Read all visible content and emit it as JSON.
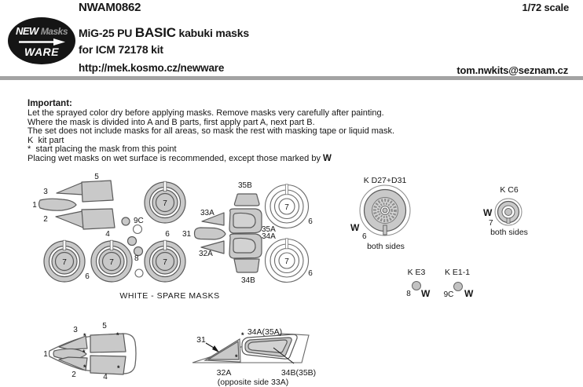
{
  "header": {
    "logo": {
      "top_left": "NEW",
      "top_right": "Masks",
      "bottom": "WARE"
    },
    "product_code": "NWAM0862",
    "scale": "1/72 scale",
    "title_prefix": "MiG-25 PU ",
    "title_emphasis": "BASIC",
    "title_suffix": " kabuki masks",
    "subtitle": "for ICM 72178 kit",
    "website": "http://mek.kosmo.cz/newware",
    "email": "tom.nwkits@seznam.cz"
  },
  "instructions": {
    "heading": "Important:",
    "lines": [
      "Let the sprayed color dry before applying masks. Remove masks very carefully after painting.",
      "Where the mask is divided into A and B parts, first apply part A, next part B.",
      "The set does not include masks for all areas, so mask the rest with masking tape or liquid mask.",
      "K  kit part",
      "*  start placing the mask from this point",
      "Placing wet masks on wet surface is recommended, except those marked by "
    ],
    "wet_symbol": "W"
  },
  "sheet": {
    "labels": {
      "n1": "1",
      "n2": "2",
      "n3": "3",
      "n4": "4",
      "n5": "5",
      "n6": "6",
      "n7": "7",
      "n8": "8",
      "n9c": "9C",
      "n31": "31",
      "n32a": "32A",
      "n33a": "33A",
      "n34a": "34A",
      "n34b": "34B",
      "n35a": "35A",
      "n35b": "35B"
    },
    "spare_note": "WHITE - SPARE MASKS"
  },
  "kit_parts": {
    "wet_symbol": "W",
    "d27": {
      "title": "K D27+D31",
      "mask_no": "6",
      "note": "both sides"
    },
    "c6": {
      "title": "K C6",
      "mask_no": "7",
      "note": "both sides"
    },
    "e3": {
      "title": "K E3",
      "mask_no": "8"
    },
    "e1_1": {
      "title": "K E1-1",
      "mask_no": "9C"
    }
  },
  "placement": {
    "star": "*",
    "top_view": {
      "n1": "1",
      "n2": "2",
      "n3": "3",
      "n4": "4",
      "n5": "5"
    },
    "side_view": {
      "n31": "31",
      "l34a": "34A(35A)",
      "l32a": "32A",
      "l34b": "34B(35B)",
      "note": "(opposite side 33A)"
    }
  },
  "colors": {
    "mask_fill": "#c9c9c9",
    "outline": "#5a5a5a",
    "divider": "#a3a3a3",
    "logo_bg": "#151515"
  }
}
